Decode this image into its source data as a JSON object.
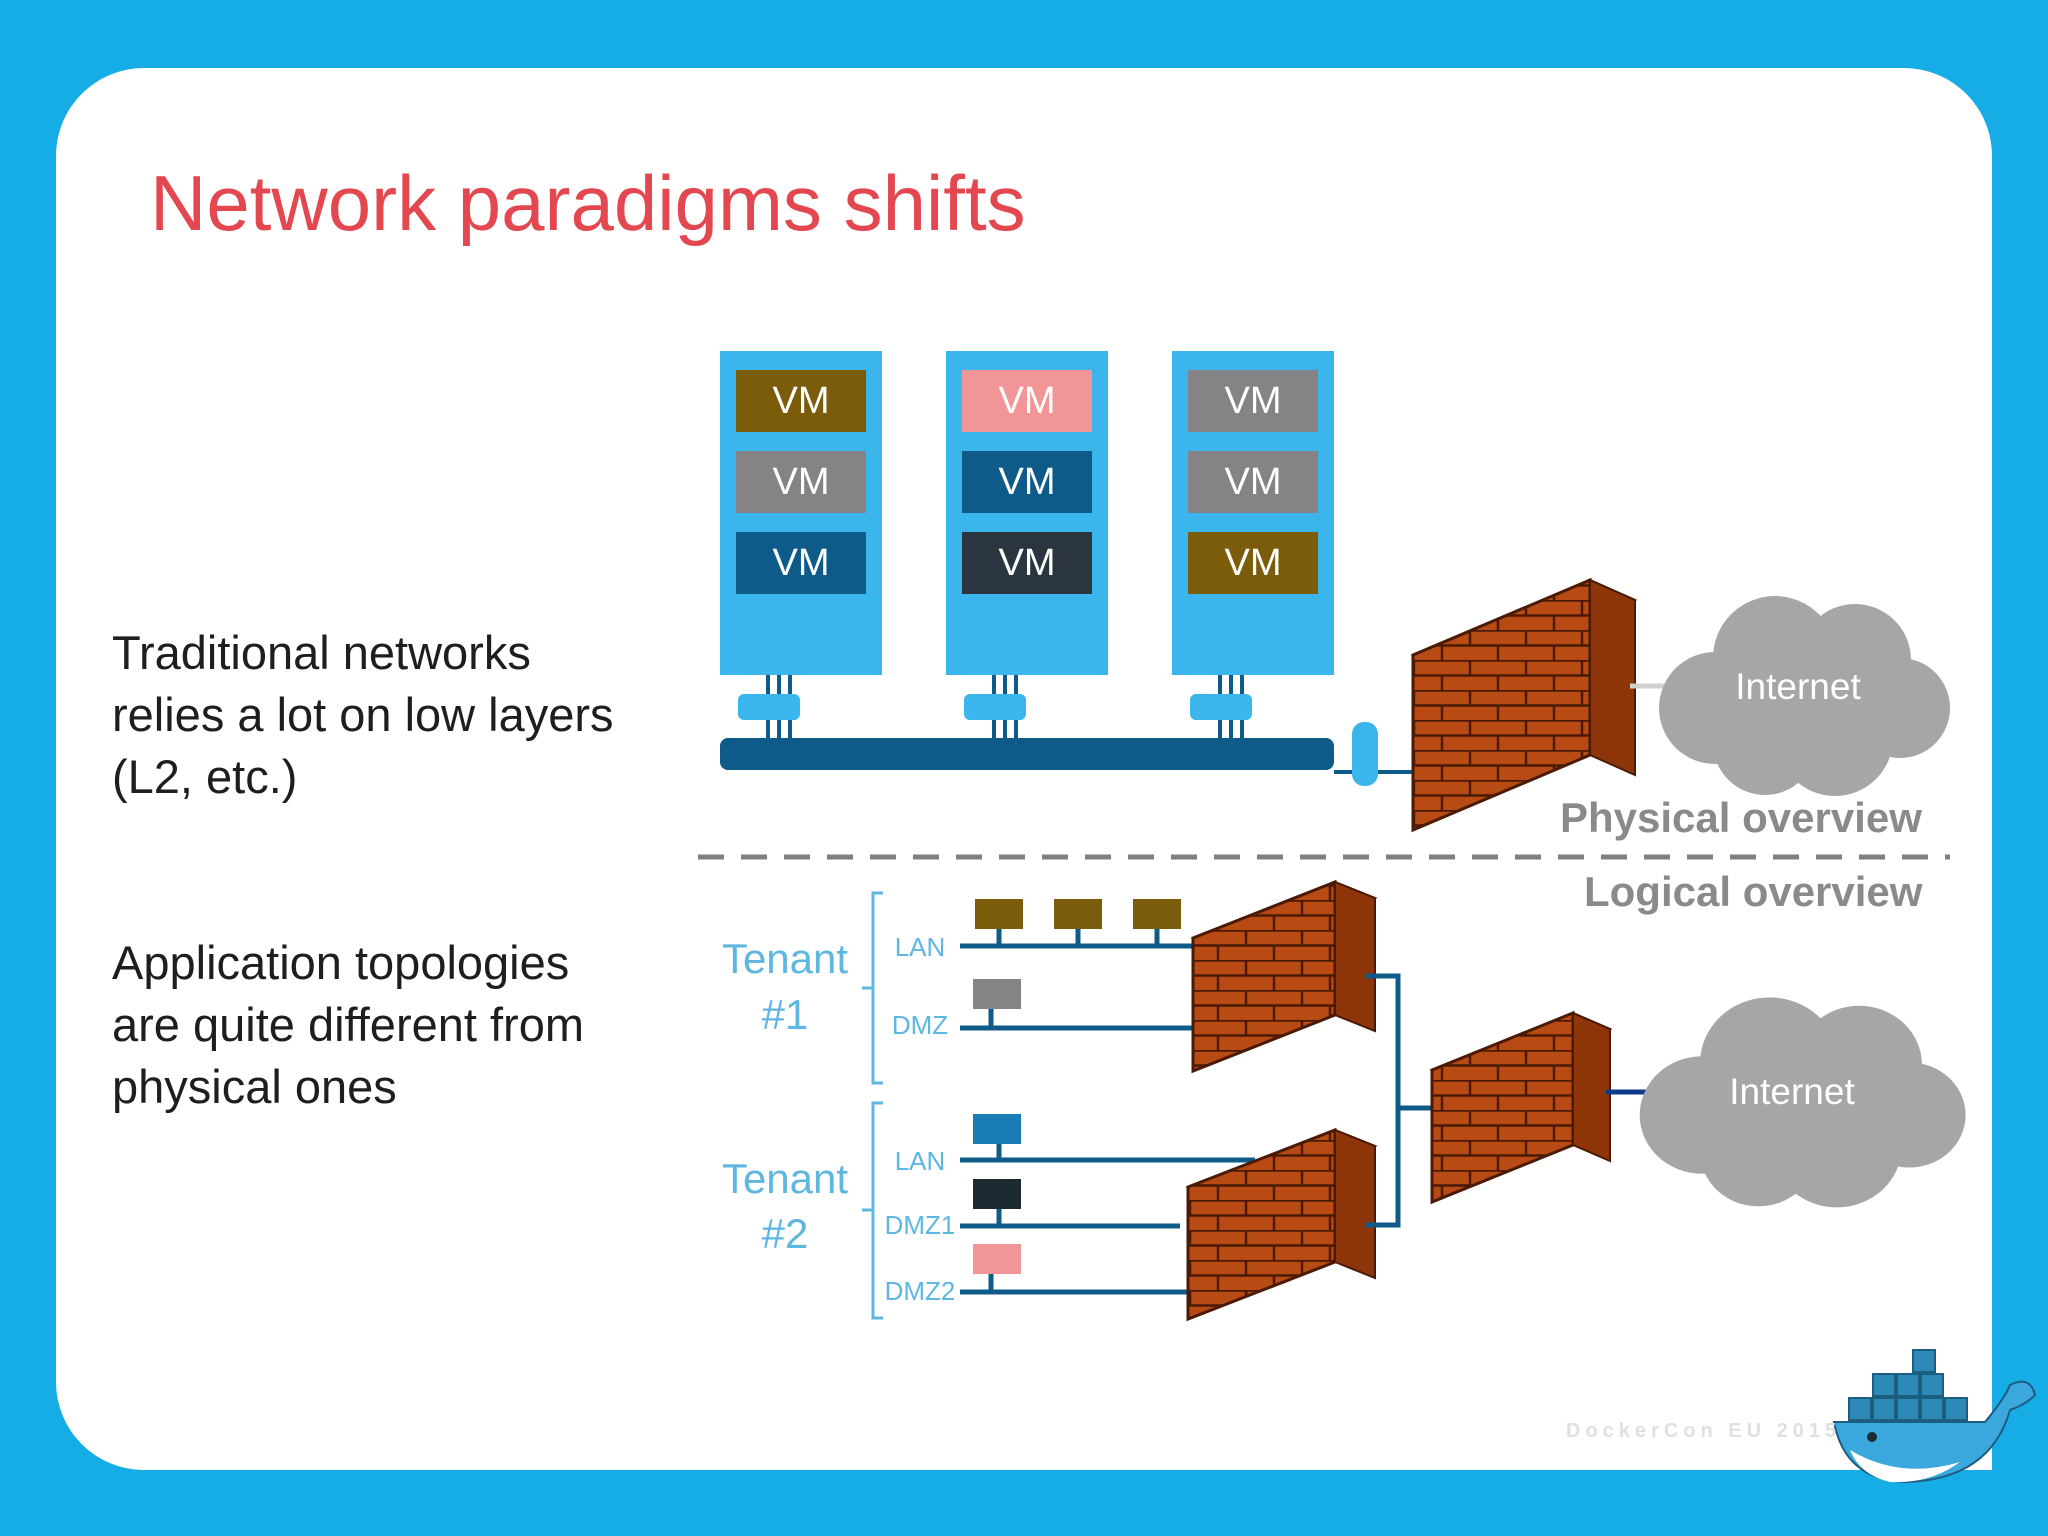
{
  "title": "Network paradigms shifts",
  "text_blocks": [
    {
      "lines": [
        "Traditional networks",
        "relies a lot on low layers",
        "(L2, etc.)"
      ]
    },
    {
      "lines": [
        "Application topologies",
        "are quite different from",
        "physical ones"
      ]
    }
  ],
  "physical": {
    "label": "Physical overview",
    "servers": [
      {
        "vms": [
          {
            "label": "VM",
            "color": "#7a5c0a"
          },
          {
            "label": "VM",
            "color": "#858385"
          },
          {
            "label": "VM",
            "color": "#0e5b8a"
          }
        ]
      },
      {
        "vms": [
          {
            "label": "VM",
            "color": "#f29597"
          },
          {
            "label": "VM",
            "color": "#0e5b8a"
          },
          {
            "label": "VM",
            "color": "#2a3540"
          }
        ]
      },
      {
        "vms": [
          {
            "label": "VM",
            "color": "#858385"
          },
          {
            "label": "VM",
            "color": "#858385"
          },
          {
            "label": "VM",
            "color": "#7a5c0a"
          }
        ]
      }
    ],
    "internet_label": "Internet"
  },
  "logical": {
    "label": "Logical overview",
    "tenants": [
      {
        "name_line1": "Tenant",
        "name_line2": "#1",
        "networks": [
          {
            "label": "LAN",
            "hosts": [
              "#7a5c0a",
              "#7a5c0a",
              "#7a5c0a"
            ]
          },
          {
            "label": "DMZ",
            "hosts": [
              "#858385"
            ]
          }
        ]
      },
      {
        "name_line1": "Tenant",
        "name_line2": "#2",
        "networks": [
          {
            "label": "LAN",
            "hosts": [
              "#1a7cb5"
            ]
          },
          {
            "label": "DMZ1",
            "hosts": [
              "#1e2a32"
            ]
          },
          {
            "label": "DMZ2",
            "hosts": [
              "#f29597"
            ]
          }
        ]
      }
    ],
    "internet_label": "Internet"
  },
  "footer": "DockerCon EU 2015",
  "colors": {
    "background": "#16ace6",
    "title": "#e3474f",
    "server": "#3bb6ec",
    "bus": "#0e5b8a",
    "tenant_text": "#5db7e0",
    "brick": "#b84a14",
    "cloud": "#a6a6a6"
  }
}
